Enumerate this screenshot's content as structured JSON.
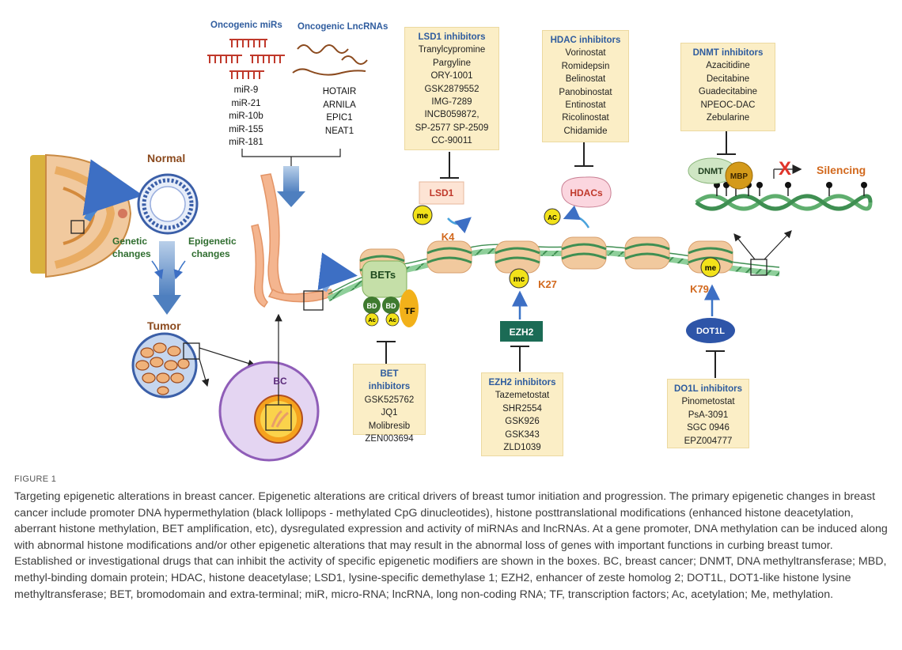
{
  "labels": {
    "normal": "Normal",
    "tumor": "Tumor",
    "genetic_changes": [
      "Genetic",
      "changes"
    ],
    "epigenetic_changes": [
      "Epigenetic",
      "changes"
    ],
    "bc": "BC",
    "lsd1": "LSD1",
    "hdacs": "HDACs",
    "dnmt": "DNMT",
    "mbp": "MBP",
    "silencing": "Silencing",
    "bets": "BETs",
    "bd": "BD",
    "ac": "Ac",
    "tf": "TF",
    "me": "me",
    "mc": "mc",
    "ac_circle": "AC",
    "ezh2": "EZH2",
    "dot1l": "DOT1L",
    "k4": "K4",
    "k27": "K27",
    "k79": "K79",
    "x_mark": "X"
  },
  "mirs": {
    "header": "Oncogenic miRs",
    "items": [
      "miR-9",
      "miR-21",
      "miR-10b",
      "miR-155",
      "miR-181"
    ]
  },
  "lncrnas": {
    "header": "Oncogenic LncRNAs",
    "items": [
      "HOTAIR",
      "ARNILA",
      "EPIC1",
      "NEAT1"
    ]
  },
  "boxes": {
    "lsd1": {
      "title": "LSD1 inhibitors",
      "items": [
        "Tranylcypromine",
        "Pargyline",
        "ORY-1001",
        "GSK2879552",
        "IMG-7289",
        "INCB059872,",
        "SP-2577  SP-2509",
        "CC-90011"
      ]
    },
    "hdac": {
      "title": "HDAC inhibitors",
      "items": [
        "Vorinostat",
        "Romidepsin",
        "Belinostat",
        "Panobinostat",
        "Entinostat",
        "Ricolinostat",
        "Chidamide"
      ]
    },
    "dnmt": {
      "title": "DNMT inhibitors",
      "items": [
        "Azacitidine",
        "Decitabine",
        "Guadecitabine",
        "NPEOC-DAC",
        "Zebularine"
      ]
    },
    "bet": {
      "title": "BET inhibitors",
      "items": [
        "GSK525762",
        "JQ1",
        "Molibresib",
        "ZEN003694"
      ]
    },
    "ezh2": {
      "title": "EZH2 inhibitors",
      "items": [
        "Tazemetostat",
        "SHR2554",
        "GSK926",
        "GSK343",
        "ZLD1039"
      ]
    },
    "dot1l": {
      "title": "DO1L inhibitors",
      "items": [
        "Pinometostat",
        "PsA-3091",
        "SGC 0946",
        "EPZ004777"
      ]
    }
  },
  "colors": {
    "box_fill": "#fbeec6",
    "box_title": "#2f5c9e",
    "nucleosome": "#f1c99e",
    "dna": "#7cc38c",
    "ezh2": "#1b6b55",
    "dot1l": "#2e55a8",
    "silencing_x": "#e0352b",
    "yellow_mark": "#f2e21a"
  },
  "caption": {
    "figure_label": "FIGURE 1",
    "text": "Targeting epigenetic alterations in breast cancer. Epigenetic alterations are critical drivers of breast tumor initiation and progression. The primary epigenetic changes in breast cancer include promoter DNA hypermethylation (black lollipops - methylated CpG dinucleotides), histone posttranslational modifications (enhanced histone deacetylation, aberrant histone methylation, BET amplification, etc), dysregulated expression and activity of miRNAs and lncRNAs. At a gene promoter, DNA methylation can be induced along with abnormal histone modifications and/or other epigenetic alterations that may result in the abnormal loss of genes with important functions in curbing breast tumor. Established or investigational drugs that can inhibit the activity of specific epigenetic modifiers are shown in the boxes. BC, breast cancer; DNMT, DNA methyltransferase; MBD, methyl-binding domain protein; HDAC, histone deacetylase; LSD1, lysine-specific demethylase 1; EZH2, enhancer of zeste homolog 2; DOT1L, DOT1-like histone lysine methyltransferase; BET, bromodomain and extra-terminal; miR, micro-RNA; lncRNA, long non-coding RNA; TF, transcription factors; Ac, acetylation; Me, methylation."
  }
}
